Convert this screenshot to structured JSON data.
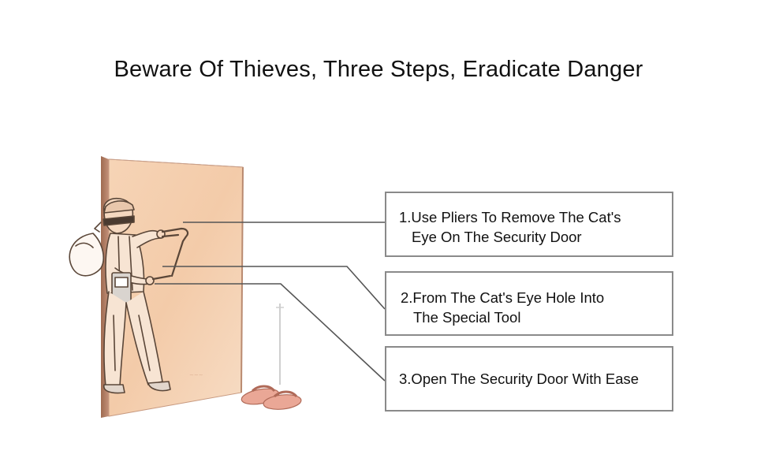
{
  "title": "Beware Of Thieves, Three Steps, Eradicate Danger",
  "steps": [
    {
      "line1": "1.Use Pliers To Remove The Cat's",
      "line2": "Eye On The Security Door"
    },
    {
      "line1": "2.From The Cat's Eye Hole Into",
      "line2": "The Special Tool"
    },
    {
      "line1": "3.Open The Security Door With Ease",
      "line2": ""
    }
  ],
  "colors": {
    "door_face": "#f1c9a8",
    "door_frame": "#b07a5c",
    "connector_line": "#555555",
    "box_border": "#8a8a8a",
    "slippers": "#e8a08e"
  }
}
